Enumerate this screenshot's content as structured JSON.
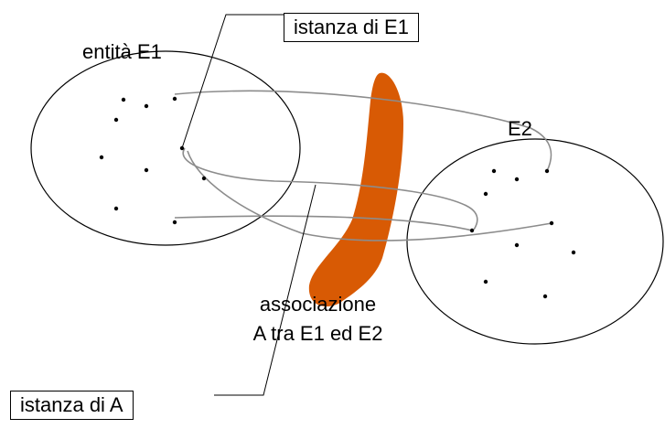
{
  "labels": {
    "entity_e1": "entità E1",
    "entity_e2": "E2",
    "instance_e1": "istanza di E1",
    "relationship_line1": "associazione",
    "relationship_line2": "A tra E1 ed E2",
    "instance_a": "istanza di A"
  },
  "colors": {
    "relationship_shape": "#d85a04",
    "link_curves": "#8c8c8c",
    "outline": "#000000"
  }
}
